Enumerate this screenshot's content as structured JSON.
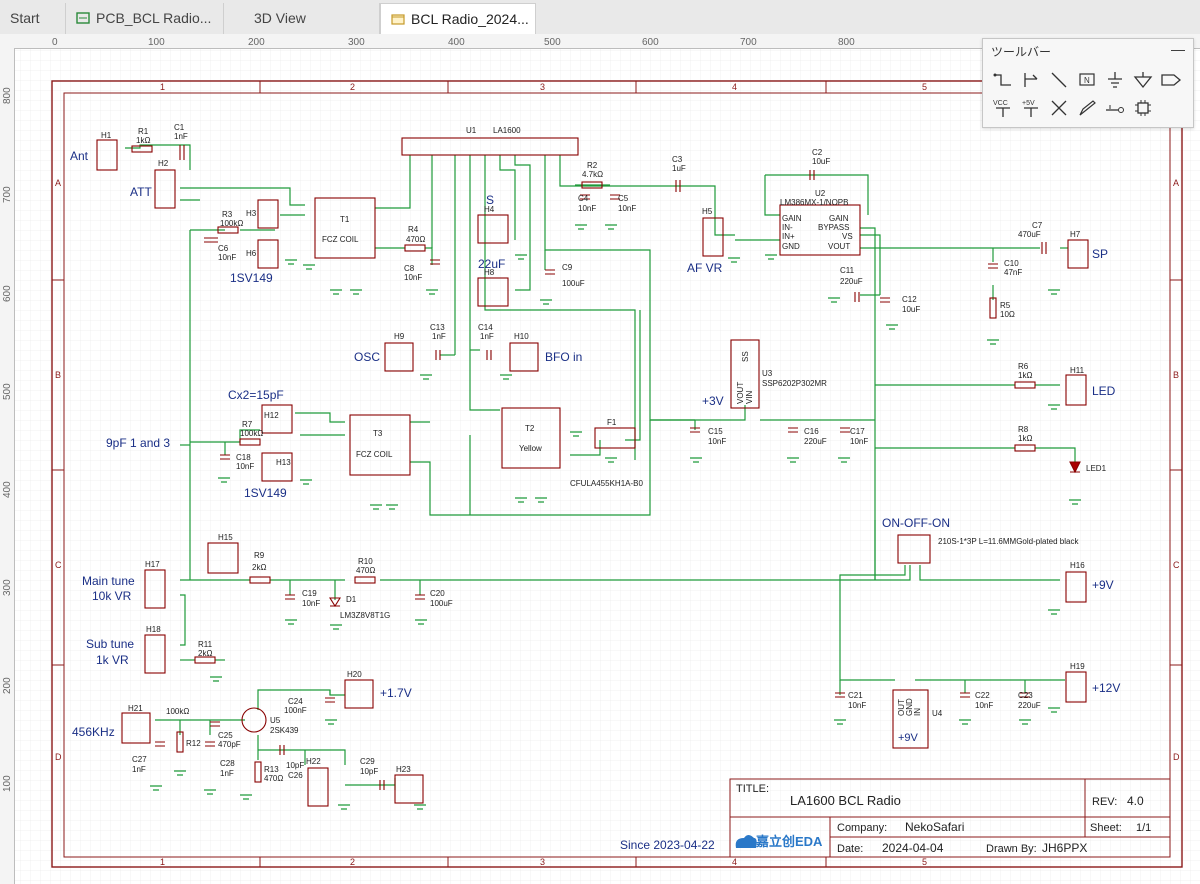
{
  "tabs": [
    {
      "label": "Start"
    },
    {
      "label": "PCB_BCL Radio..."
    },
    {
      "label": "3D View"
    },
    {
      "label": "BCL Radio_2024..."
    }
  ],
  "toolbar": {
    "title": "ツールバー",
    "minimize": "—",
    "vcc": "VCC",
    "plus5v": "+5V"
  },
  "ruler": {
    "top": [
      "0",
      "100",
      "200",
      "300",
      "400",
      "500",
      "600",
      "700",
      "800"
    ],
    "left": [
      "800",
      "700",
      "600",
      "500",
      "400",
      "300",
      "200",
      "100"
    ]
  },
  "frame": {
    "cols": [
      "1",
      "2",
      "3",
      "4",
      "5"
    ],
    "rows": [
      "A",
      "B",
      "C",
      "D"
    ]
  },
  "components": {
    "H1": "H1",
    "R1": "R1",
    "R1v": "1kΩ",
    "C1": "C1",
    "C1v": "1nF",
    "H2": "H2",
    "R3": "R3",
    "R3v": "100kΩ",
    "H3": "H3",
    "T1": "T1",
    "T1v": "FCZ COIL",
    "C6": "C6",
    "C6v": "10nF",
    "H6": "H6",
    "R4": "R4",
    "R4v": "470Ω",
    "C8": "C8",
    "C8v": "10nF",
    "U1": "U1",
    "U1v": "LA1600",
    "R2": "R2",
    "R2v": "4.7kΩ",
    "C4": "C4",
    "C4v": "10nF",
    "C5": "C5",
    "C5v": "10nF",
    "C3": "C3",
    "C3v": "1uF",
    "H4": "H4",
    "H8": "H8",
    "C9": "C9",
    "C9v": "100uF",
    "C2": "C2",
    "C2v": "10uF",
    "U2": "U2",
    "U2v": "LM386MX-1/NOPB",
    "H5": "H5",
    "C7": "C7",
    "C7v": "470uF",
    "H7": "H7",
    "C10": "C10",
    "C10v": "47nF",
    "R5": "R5",
    "R5v": "10Ω",
    "C11": "C11",
    "C11v": "220uF",
    "C12": "C12",
    "C12v": "10uF",
    "H9": "H9",
    "C13": "C13",
    "C13v": "1nF",
    "C14": "C14",
    "C14v": "1nF",
    "H10": "H10",
    "U3": "U3",
    "U3v": "SSP6202P302MR",
    "R6": "R6",
    "R6v": "1kΩ",
    "H11": "H11",
    "H12": "H12",
    "R7": "R7",
    "R7v": "100kΩ",
    "T3": "T3",
    "T3v": "FCZ COIL",
    "C18": "C18",
    "C18v": "10nF",
    "H13": "H13",
    "T2": "T2",
    "T2v": "Yellow",
    "F1": "F1",
    "F1v": "CFULA455KH1A-B0",
    "C15": "C15",
    "C15v": "10nF",
    "C16": "C16",
    "C16v": "220uF",
    "C17": "C17",
    "C17v": "10nF",
    "R8": "R8",
    "R8v": "1kΩ",
    "LED1": "LED1",
    "H15": "H15",
    "H17": "H17",
    "R9": "R9",
    "R9v": "2kΩ",
    "R10": "R10",
    "R10v": "470Ω",
    "C19": "C19",
    "C19v": "10nF",
    "D1": "D1",
    "D1v": "LM3Z8V8T1G",
    "C20": "C20",
    "C20v": "100uF",
    "SW": "210S-1*3P L=11.6MMGold-plated black",
    "H16": "H16",
    "H18": "H18",
    "R11": "R11",
    "R11v": "2kΩ",
    "H20": "H20",
    "H21": "H21",
    "R12": "R12",
    "R12v": "100kΩ",
    "C25": "C25",
    "C25v": "470pF",
    "U5": "U5",
    "U5v": "2SK439",
    "C24": "C24",
    "C24v": "100nF",
    "C27": "C27",
    "C27v": "1nF",
    "C28": "C28",
    "C28v": "1nF",
    "R13": "R13",
    "R13v": "470Ω",
    "C26": "C26",
    "C26v": "10pF",
    "H22": "H22",
    "C29": "C29",
    "C29v": "10pF",
    "H23": "H23",
    "C21": "C21",
    "C21v": "10nF",
    "U4": "U4",
    "C22": "C22",
    "C22v": "10nF",
    "C23": "C23",
    "C23v": "220uF",
    "H19": "H19",
    "plus9v": "+9V",
    "plus12v": "+12V"
  },
  "labels": {
    "ant": "Ant",
    "att": "ATT",
    "diode1": "1SV149",
    "diode2": "1SV149",
    "osc": "OSC",
    "bfo": "BFO in",
    "s": "S",
    "uf22": "22uF",
    "afvr": "AF VR",
    "sp": "SP",
    "led": "LED",
    "cx2": "Cx2=15pF",
    "pf9": "9pF 1 and 3",
    "plus3v": "+3V",
    "onoff": "ON-OFF-ON",
    "main1": "Main tune",
    "main2": "10k VR",
    "sub1": "Sub tune",
    "sub2": "1k VR",
    "plus9v": "+9V",
    "plus12v": "+12V",
    "plus17v": "+1.7V",
    "khz": "456KHz",
    "since": "Since 2023-04-22"
  },
  "pins": {
    "gain": "GAIN",
    "inm": "IN-",
    "inp": "IN+",
    "gnd": "GND",
    "gain2": "GAIN",
    "bypass": "BYPASS",
    "vs": "VS",
    "vout": "VOUT",
    "u3vout": "VOUT",
    "u3vin": "VIN",
    "u3ss": "SS",
    "u4out": "OUT",
    "u4gnd": "GND",
    "u4in": "IN"
  },
  "titleblock": {
    "title_label": "TITLE:",
    "title": "LA1600 BCL Radio",
    "rev_label": "REV:",
    "rev": "4.0",
    "company_label": "Company:",
    "company": "NekoSafari",
    "sheet_label": "Sheet:",
    "sheet": "1/1",
    "date_label": "Date:",
    "date": "2024-04-04",
    "drawn_label": "Drawn By:",
    "drawn": "JH6PPX",
    "logo": "嘉立创EDA"
  },
  "colors": {
    "wire": "#1f9a3a",
    "frame": "#8b1a1a",
    "part": "#880000",
    "label": "#1a2f86",
    "grid": "#e6e6e6"
  }
}
